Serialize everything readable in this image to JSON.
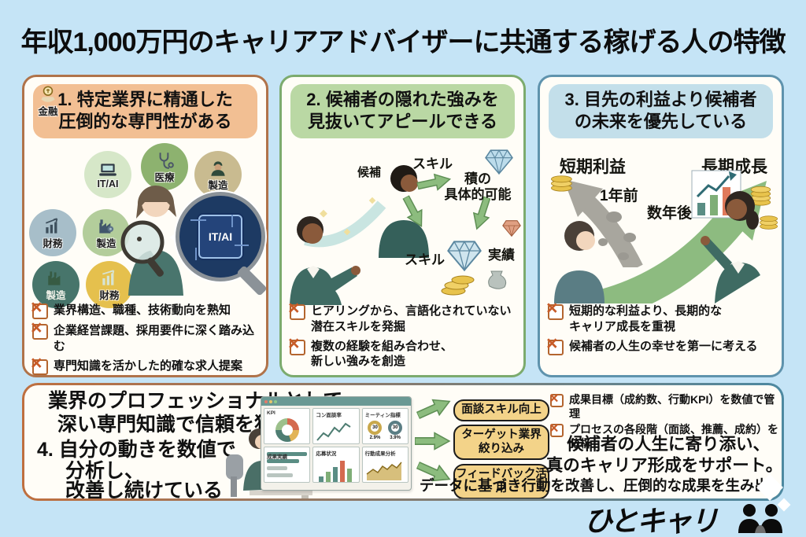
{
  "page": {
    "title": "年収1,000万円のキャリアアドバイザーに共通する稼げる人の特徴"
  },
  "colors": {
    "background": "#c5e4f6",
    "panel1_border": "#b0734a",
    "panel1_pill": "#f2bf93",
    "panel2_border": "#7cab6e",
    "panel2_pill": "#bad8a4",
    "panel3_border": "#5f93ad",
    "panel3_pill": "#c3dfea",
    "badge_yellow": "#f3d389",
    "arrow_green": "#8cbc7e",
    "checkbox_orange": "#c75b28"
  },
  "panel1": {
    "title_line1": "1. 特定業界に精通した",
    "title_line2": "圧倒的な専門性がある",
    "industries": [
      {
        "label": "IT/AI",
        "icon": "laptop-icon",
        "color": "#dd8a5d"
      },
      {
        "label": "医療",
        "icon": "stethoscope-icon",
        "color": "#d6e7c8"
      },
      {
        "label": "製造",
        "icon": "worker-icon",
        "color": "#8db26f"
      },
      {
        "label": "財務",
        "icon": "bar-chart-icon",
        "color": "#c9bb90"
      },
      {
        "label": "製造",
        "icon": "factory-gear-icon",
        "color": "#a7bec9"
      },
      {
        "label": "製造",
        "icon": "factory-icon",
        "color": "#b3cd9b"
      },
      {
        "label": "財務",
        "icon": "growth-chart-icon",
        "color": "#47756b"
      },
      {
        "label": "金融",
        "icon": "coin-hand-icon",
        "color": "#e5c04d"
      }
    ],
    "lens_chip": "IT/AI",
    "checklist": [
      {
        "lines": [
          "業界構造、職種、技術動向を熟知"
        ]
      },
      {
        "lines": [
          "企業経営課題、採用要件に深く踏み込む"
        ]
      },
      {
        "lines": [
          "専門知識を活かした的確な求人提案"
        ]
      }
    ]
  },
  "panel2": {
    "title_line1": "2. 候補者の隠れた強みを",
    "title_line2": "見抜いてアピールできる",
    "labels": {
      "candidate": "候補",
      "skill_top": "スキル",
      "potential_line1": "積の",
      "potential_line2": "具体的可能",
      "skill_bottom": "スキル",
      "results": "実績"
    },
    "checklist": [
      {
        "lines": [
          "ヒアリングから、言語化されていない",
          "潜在スキルを発掘"
        ]
      },
      {
        "lines": [
          "複数の経験を組み合わせ、",
          "新しい強みを創造"
        ]
      }
    ]
  },
  "panel3": {
    "title_line1": "3. 目先の利益より候補者",
    "title_line2": "の未来を優先している",
    "labels": {
      "short_term": "短期利益",
      "long_term": "長期成長",
      "one_year_ago": "1年前",
      "years_later": "数年後"
    },
    "checklist": [
      {
        "lines": [
          "短期的な利益より、長期的な",
          "キャリア成長を重視"
        ]
      },
      {
        "lines": [
          "候補者の人生の幸せを第一に考える"
        ]
      }
    ]
  },
  "panel4": {
    "intro_line1": "業界のプロフェッショナルとして、",
    "intro_line2": "深い専門知識で信頼を獲得。",
    "heading_line1": "4. 自分の動きを数値で",
    "heading_line2": "分析し、",
    "heading_line3": "改善し続けている",
    "dashboard": {
      "tiles": [
        {
          "label": "KPI"
        },
        {
          "label": "コン面談率"
        },
        {
          "label": "ミーティン指標",
          "gauge1": "30",
          "gauge2": "30",
          "value1": "2.9%",
          "value2": "3.9%"
        },
        {
          "label": "成果実績"
        },
        {
          "label": "応募状況"
        },
        {
          "label": "行動成果分析"
        }
      ]
    },
    "badges": [
      {
        "lines": [
          "面談スキル向上"
        ]
      },
      {
        "lines": [
          "ターゲット業界",
          "絞り込み"
        ]
      },
      {
        "lines": [
          "フィードバック活用"
        ]
      }
    ],
    "checklist": [
      {
        "lines": [
          "成果目標（成約数、行動KPI）を数値で管理"
        ]
      },
      {
        "lines": [
          "プロセスの各段階（面談、推薦、成約）を分析"
        ]
      }
    ],
    "message_line1": "候補者の人生に寄り添い、",
    "message_line2": "真のキャリア形成をサポート。",
    "bottom_line": "データに基づき行動を改善し、圧倒的な成果を生み出す。"
  },
  "footer": {
    "logo_text": "ひとキャリ"
  }
}
